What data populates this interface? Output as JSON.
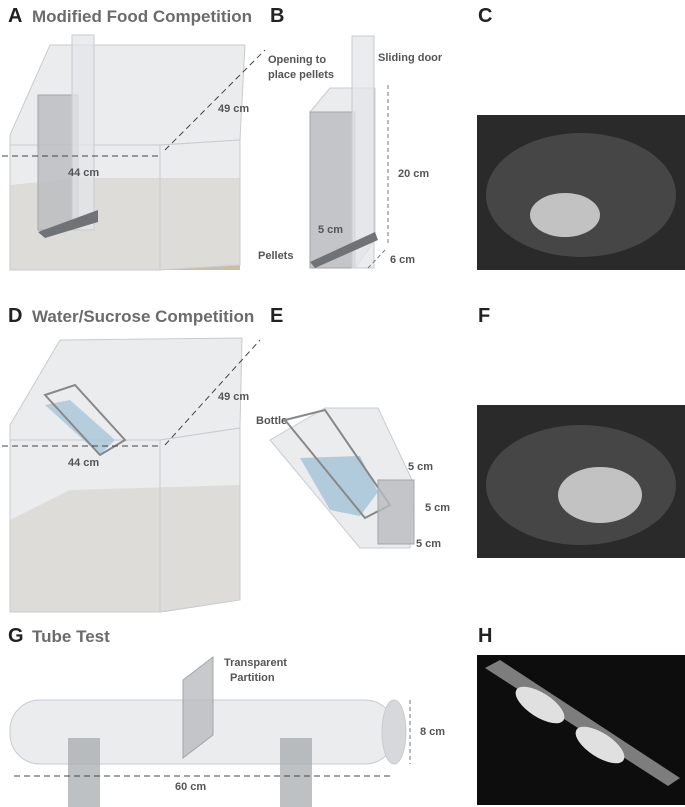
{
  "panels": {
    "A": {
      "letter": "A",
      "title": "Modified Food Competition",
      "depth_label": "49 cm",
      "width_label": "44 cm"
    },
    "B": {
      "letter": "B",
      "opening_line1": "Opening to",
      "opening_line2": "place pellets",
      "door_label": "Sliding door",
      "height_label": "20 cm",
      "inner_label": "5 cm",
      "depth_label": "6 cm",
      "pellets_label": "Pellets"
    },
    "C": {
      "letter": "C"
    },
    "D": {
      "letter": "D",
      "title": "Water/Sucrose Competition",
      "depth_label": "49 cm",
      "width_label": "44 cm"
    },
    "E": {
      "letter": "E",
      "bottle_label": "Bottle",
      "dim1_label": "5 cm",
      "dim2_label": "5 cm",
      "dim3_label": "5 cm"
    },
    "F": {
      "letter": "F"
    },
    "G": {
      "letter": "G",
      "title": "Tube Test",
      "partition_line1": "Transparent",
      "partition_line2": "Partition",
      "diameter_label": "8 cm",
      "length_label": "60 cm"
    },
    "H": {
      "letter": "H"
    }
  },
  "colors": {
    "bedding": "#c9bfa6",
    "water": "#a8c6d8",
    "glass": "#e3e5e8",
    "photo_bg": "#2a2a2a"
  }
}
